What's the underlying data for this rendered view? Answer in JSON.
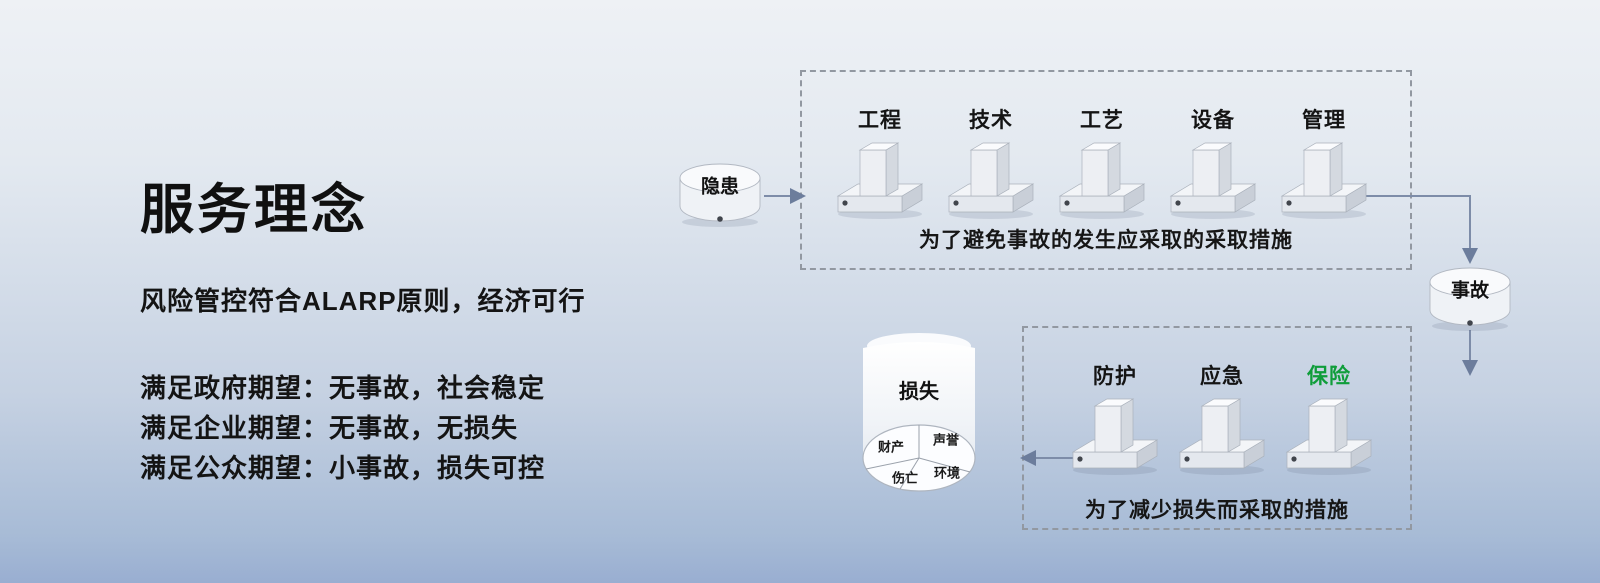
{
  "left_panel": {
    "title": "服务理念",
    "subtitle": "风险管控符合ALARP原则，经济可行",
    "expectations": [
      "满足政府期望：无事故，社会稳定",
      "满足企业期望：无事故，无损失",
      "满足公众期望：小事故，损失可控"
    ]
  },
  "diagram": {
    "hazard_label": "隐患",
    "accident_label": "事故",
    "prevention": {
      "barriers": [
        "工程",
        "技术",
        "工艺",
        "设备",
        "管理"
      ],
      "caption": "为了避免事故的发生应采取的采取措施"
    },
    "mitigation": {
      "barriers": [
        "防护",
        "应急",
        "保险"
      ],
      "caption": "为了减少损失而采取的措施"
    },
    "loss": {
      "label": "损失",
      "segments": [
        "财产",
        "声誉",
        "伤亡",
        "环境"
      ]
    },
    "colors": {
      "insurance_green": "#0f9d3a",
      "arrow": "#7d8ca8"
    }
  }
}
